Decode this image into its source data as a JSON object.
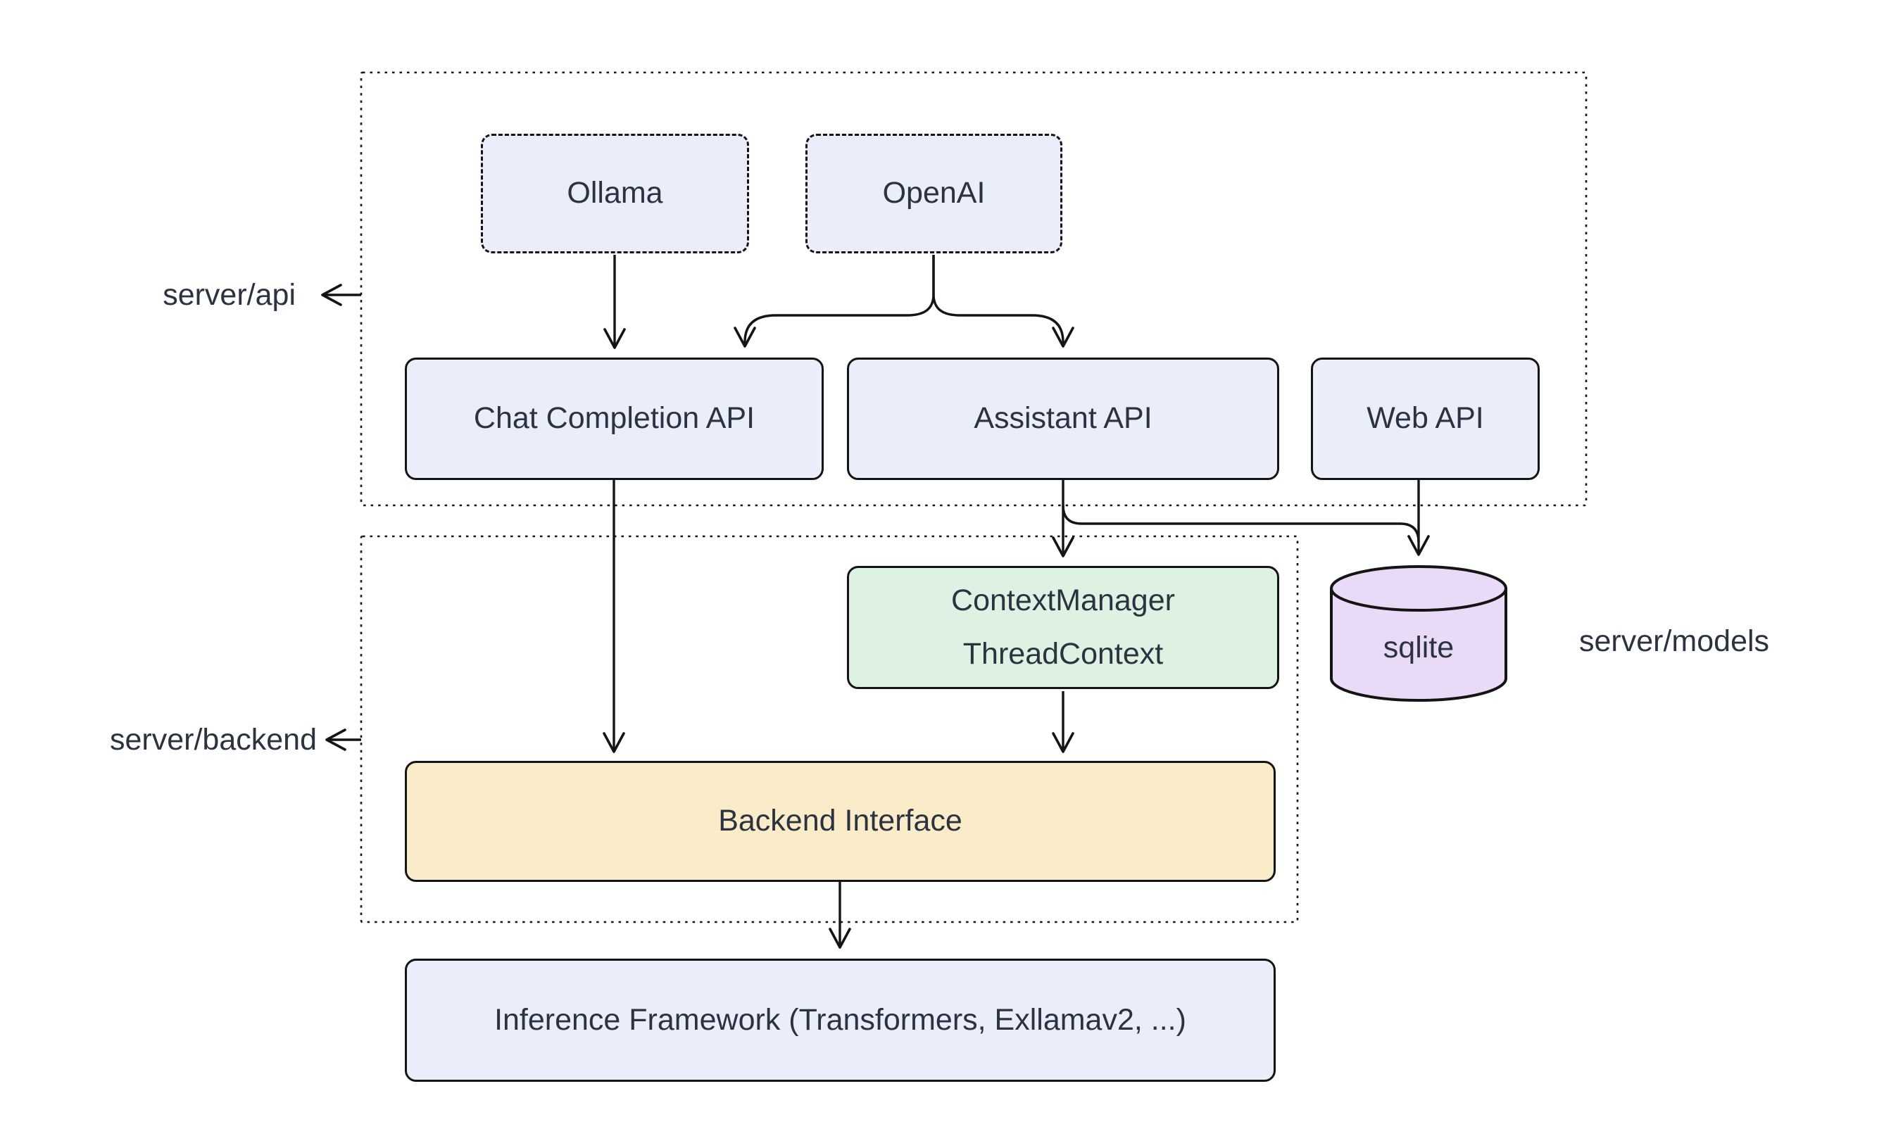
{
  "diagram": {
    "containers": {
      "server_api": {
        "label": "server/api"
      },
      "server_backend": {
        "label": "server/backend"
      }
    },
    "side_labels": {
      "server_models": "server/models"
    },
    "nodes": {
      "ollama": {
        "label": "Ollama"
      },
      "openai": {
        "label": "OpenAI"
      },
      "chat_completion_api": {
        "label": "Chat Completion API"
      },
      "assistant_api": {
        "label": "Assistant API"
      },
      "web_api": {
        "label": "Web API"
      },
      "context_manager": {
        "line1": "ContextManager",
        "line2": "ThreadContext"
      },
      "sqlite": {
        "label": "sqlite"
      },
      "backend_interface": {
        "label": "Backend Interface"
      },
      "inference_framework": {
        "label": "Inference Framework (Transformers, Exllamav2, ...)"
      }
    },
    "edges": [
      "Ollama -> Chat Completion API",
      "OpenAI -> Chat Completion API",
      "OpenAI -> Assistant API",
      "Chat Completion API -> Backend Interface",
      "Assistant API -> ContextManager ThreadContext",
      "Assistant API -> sqlite",
      "Web API -> sqlite",
      "ContextManager ThreadContext -> Backend Interface",
      "Backend Interface -> Inference Framework"
    ],
    "colors": {
      "node_blue": "#e9eefa",
      "node_green": "#ddf2e2",
      "node_yellow": "#faecc8",
      "node_purple": "#e9dbf7",
      "stroke": "#141414",
      "container_stroke": "#2a2a2a",
      "text": "#2b3340",
      "bg": "#ffffff"
    }
  }
}
